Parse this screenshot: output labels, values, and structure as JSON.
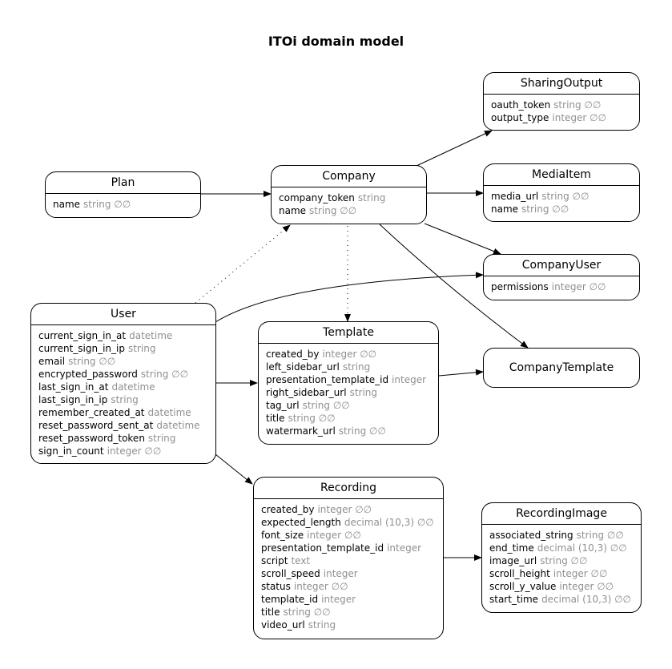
{
  "title": "ITOi domain model",
  "entities": {
    "sharing_output": {
      "name": "SharingOutput",
      "attrs": [
        {
          "name": "oauth_token",
          "type": "string ∅∅"
        },
        {
          "name": "output_type",
          "type": "integer ∅∅"
        }
      ]
    },
    "plan": {
      "name": "Plan",
      "attrs": [
        {
          "name": "name",
          "type": "string ∅∅"
        }
      ]
    },
    "company": {
      "name": "Company",
      "attrs": [
        {
          "name": "company_token",
          "type": "string"
        },
        {
          "name": "name",
          "type": "string ∅∅"
        }
      ]
    },
    "media_item": {
      "name": "MediaItem",
      "attrs": [
        {
          "name": "media_url",
          "type": "string ∅∅"
        },
        {
          "name": "name",
          "type": "string ∅∅"
        }
      ]
    },
    "company_user": {
      "name": "CompanyUser",
      "attrs": [
        {
          "name": "permissions",
          "type": "integer ∅∅"
        }
      ]
    },
    "user": {
      "name": "User",
      "attrs": [
        {
          "name": "current_sign_in_at",
          "type": "datetime"
        },
        {
          "name": "current_sign_in_ip",
          "type": "string"
        },
        {
          "name": "email",
          "type": "string ∅∅"
        },
        {
          "name": "encrypted_password",
          "type": "string ∅∅"
        },
        {
          "name": "last_sign_in_at",
          "type": "datetime"
        },
        {
          "name": "last_sign_in_ip",
          "type": "string"
        },
        {
          "name": "remember_created_at",
          "type": "datetime"
        },
        {
          "name": "reset_password_sent_at",
          "type": "datetime"
        },
        {
          "name": "reset_password_token",
          "type": "string"
        },
        {
          "name": "sign_in_count",
          "type": "integer ∅∅"
        }
      ]
    },
    "template": {
      "name": "Template",
      "attrs": [
        {
          "name": "created_by",
          "type": "integer ∅∅"
        },
        {
          "name": "left_sidebar_url",
          "type": "string"
        },
        {
          "name": "presentation_template_id",
          "type": "integer"
        },
        {
          "name": "right_sidebar_url",
          "type": "string"
        },
        {
          "name": "tag_url",
          "type": "string ∅∅"
        },
        {
          "name": "title",
          "type": "string ∅∅"
        },
        {
          "name": "watermark_url",
          "type": "string ∅∅"
        }
      ]
    },
    "company_template": {
      "name": "CompanyTemplate",
      "attrs": []
    },
    "recording": {
      "name": "Recording",
      "attrs": [
        {
          "name": "created_by",
          "type": "integer ∅∅"
        },
        {
          "name": "expected_length",
          "type": "decimal (10,3) ∅∅"
        },
        {
          "name": "font_size",
          "type": "integer ∅∅"
        },
        {
          "name": "presentation_template_id",
          "type": "integer"
        },
        {
          "name": "script",
          "type": "text"
        },
        {
          "name": "scroll_speed",
          "type": "integer"
        },
        {
          "name": "status",
          "type": "integer ∅∅"
        },
        {
          "name": "template_id",
          "type": "integer"
        },
        {
          "name": "title",
          "type": "string ∅∅"
        },
        {
          "name": "video_url",
          "type": "string"
        }
      ]
    },
    "recording_image": {
      "name": "RecordingImage",
      "attrs": [
        {
          "name": "associated_string",
          "type": "string ∅∅"
        },
        {
          "name": "end_time",
          "type": "decimal (10,3) ∅∅"
        },
        {
          "name": "image_url",
          "type": "string ∅∅"
        },
        {
          "name": "scroll_height",
          "type": "integer ∅∅"
        },
        {
          "name": "scroll_y_value",
          "type": "integer ∅∅"
        },
        {
          "name": "start_time",
          "type": "decimal (10,3) ∅∅"
        }
      ]
    }
  }
}
